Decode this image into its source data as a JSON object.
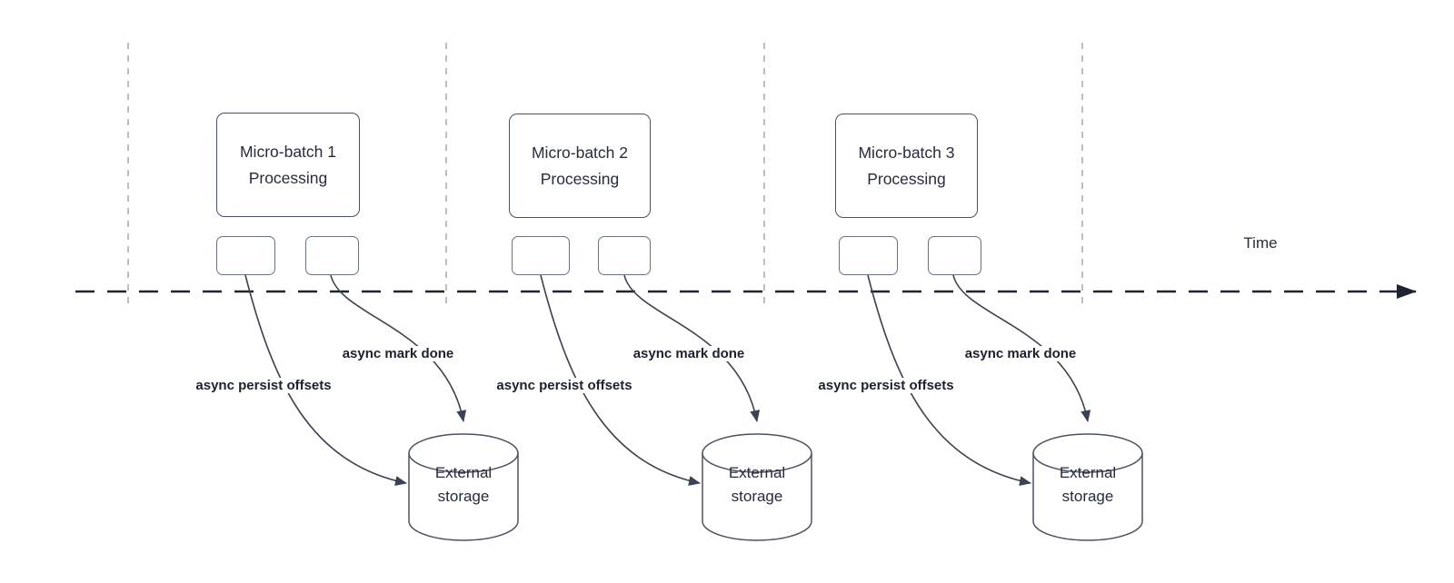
{
  "diagram": {
    "time_label": "Time",
    "groups": [
      {
        "title": "Micro-batch 1\nProcessing",
        "persist_label": "async persist offsets",
        "done_label": "async mark done",
        "storage_label": "External\nstorage"
      },
      {
        "title": "Micro-batch 2\nProcessing",
        "persist_label": "async persist offsets",
        "done_label": "async mark done",
        "storage_label": "External\nstorage"
      },
      {
        "title": "Micro-batch 3\nProcessing",
        "persist_label": "async persist offsets",
        "done_label": "async mark done",
        "storage_label": "External\nstorage"
      }
    ],
    "colors": {
      "box_border": "#4a5262",
      "text": "#262c3d",
      "label_text": "#1c212e",
      "timeline": "#20242e",
      "guide_line": "#b4b7bc",
      "curve": "#3c4251",
      "background": "#ffffff"
    }
  }
}
